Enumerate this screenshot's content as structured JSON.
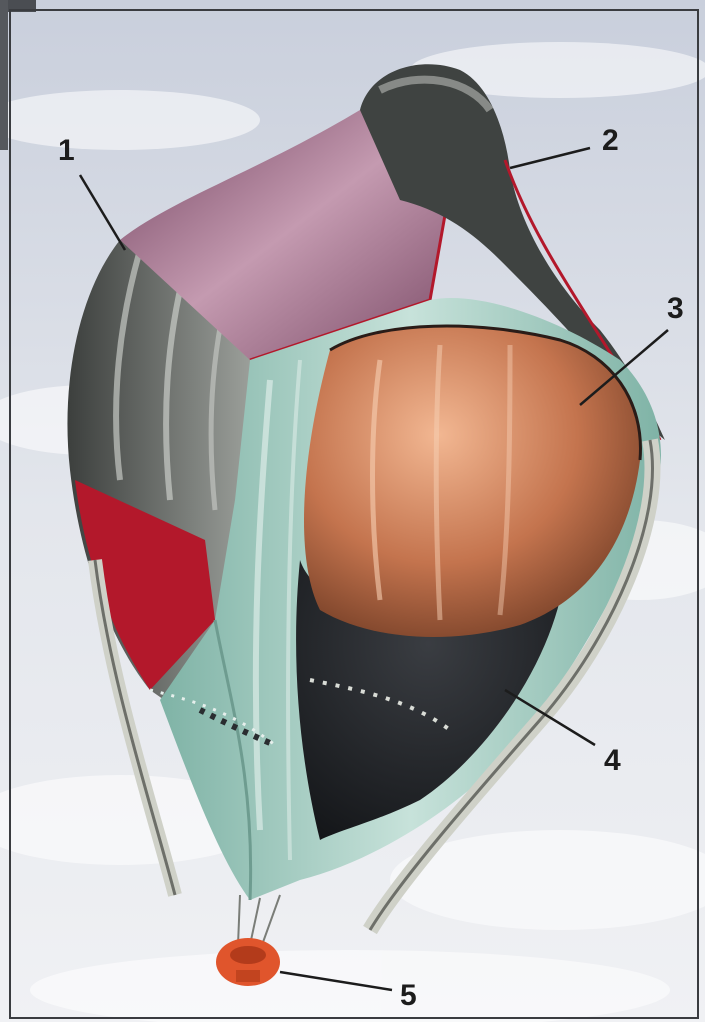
{
  "callouts": [
    {
      "number": "1",
      "part": "outer-envelope-panels"
    },
    {
      "number": "2",
      "part": "crown-cap"
    },
    {
      "number": "3",
      "part": "inner-gas-cell"
    },
    {
      "number": "4",
      "part": "lower-inner-section"
    },
    {
      "number": "5",
      "part": "burner-basket"
    }
  ],
  "colors": {
    "sky": "#d9dde6",
    "cloud": "#f2f3f6",
    "envelope_gray": "#5b5f5c",
    "envelope_teal": "#9fc9bd",
    "fabric_mauve": "#9c6a86",
    "trim_red": "#b3182b",
    "gas_cell": "#c4744e",
    "dark_interior": "#1f2226",
    "basket": "#e0552c"
  }
}
